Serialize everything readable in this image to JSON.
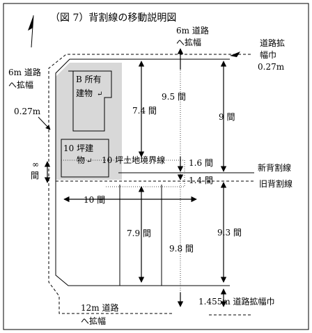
{
  "title": "（図 7）背割線の移動説明図",
  "labels": {
    "road_top_right": "道路拡",
    "road_top_right2": "幅巾",
    "road_top_right3": "0.27m",
    "road_6m_top": "6m 道路",
    "road_6m_top2": "へ拡幅",
    "road_6m_left": "6m 道路",
    "road_6m_left2": "へ拡幅",
    "left_027": "0.27m",
    "bldg_b1": "B  所有",
    "bldg_b2": "建物",
    "bldg_b_mark": "↵",
    "bldg_10_1": "10 坪建",
    "bldg_10_2": "物",
    "bldg_10_mark": "↵",
    "land_10": "10 坪土地境界線",
    "d_74": "7.4 間",
    "d_95": "9.5 間",
    "d_9": "9 間",
    "d_16": "1.6 間",
    "d_14": "1.4 間",
    "d_10": "10 間",
    "d_79": "7.9 間",
    "d_98": "9.8 間",
    "d_93": "9.3 間",
    "d_8_a": "∞",
    "d_8_b": "間",
    "new_line": "新背割線",
    "old_line": "旧背割線",
    "bottom_right": "1.455m 道路拡幅巾",
    "road_12m": "12m 道路",
    "road_12m2": "へ拡幅"
  },
  "colors": {
    "shade": "#d8d8d8",
    "line": "#000000",
    "dotted": "#444444"
  }
}
